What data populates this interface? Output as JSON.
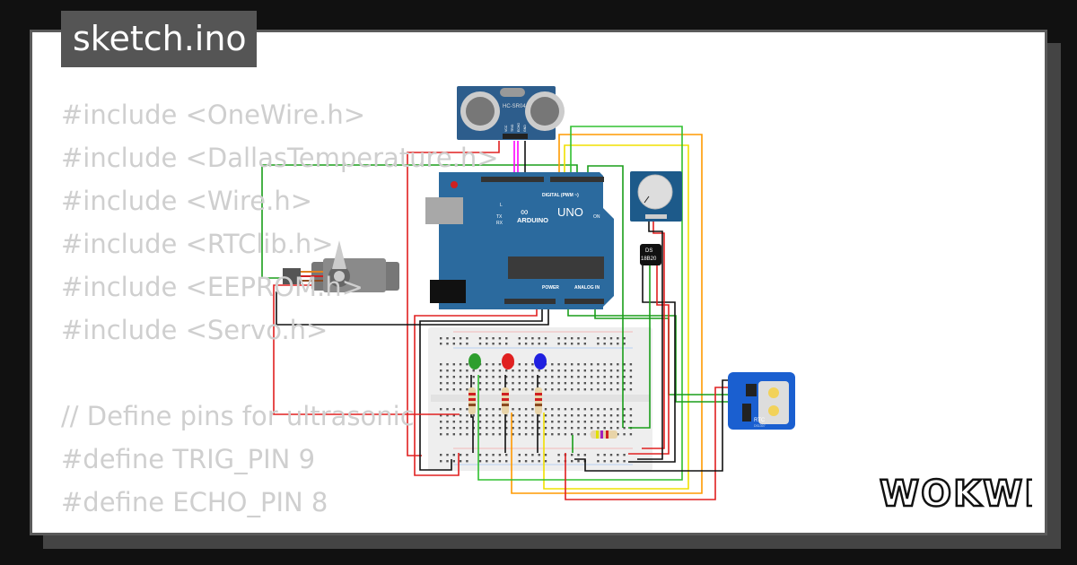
{
  "tab": {
    "filename": "sketch.ino"
  },
  "code_lines": [
    "#include <OneWire.h>",
    "#include <DallasTemperature.h>",
    "#include <Wire.h>",
    "#include <RTClib.h>",
    "#include <EEPROM.h>",
    "#include <Servo.h>",
    "",
    "// Define pins for ultrasonic",
    "#define TRIG_PIN 9",
    "#define ECHO_PIN 8"
  ],
  "components": {
    "ultrasonic": {
      "label": "HC-SR04",
      "pins": [
        "VCC",
        "TRIG",
        "ECHO",
        "GND"
      ]
    },
    "arduino": {
      "brand": "ARDUINO",
      "model": "UNO",
      "digital_label": "DIGITAL (PWM ~)",
      "power_label": "POWER",
      "analog_label": "ANALOG IN",
      "on_label": "ON",
      "tx": "TX",
      "rx": "RX",
      "l": "L"
    },
    "temp_sensor": {
      "line1": "DS",
      "line2": "18B20"
    },
    "rtc": {
      "label": "RTC",
      "chip": "DS1307"
    },
    "leds": [
      {
        "color": "#2e9e2e"
      },
      {
        "color": "#e02020"
      },
      {
        "color": "#2020e0"
      }
    ]
  },
  "logo": {
    "text": "WOKWI"
  },
  "colors": {
    "background": "#111111",
    "card": "#ffffff",
    "tab": "#555555",
    "code_text": "#cfcfcf",
    "arduino": "#2b6a9e",
    "rtc": "#1a5fd0"
  }
}
